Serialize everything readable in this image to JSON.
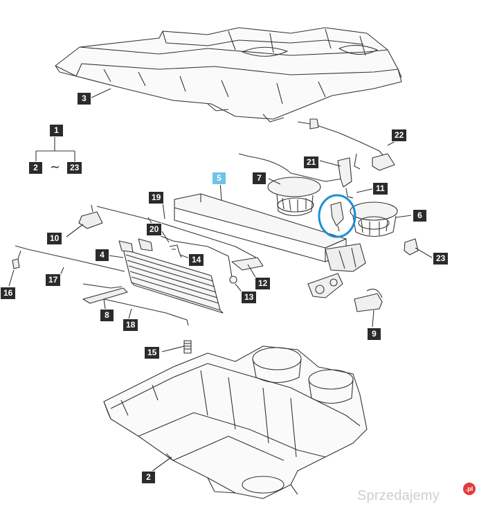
{
  "callouts": {
    "c1": "1",
    "c2a": "2",
    "c23a": "23",
    "c2b": "2",
    "c3": "3",
    "c4": "4",
    "c5": "5",
    "c6": "6",
    "c7": "7",
    "c8": "8",
    "c9": "9",
    "c10": "10",
    "c11": "11",
    "c12": "12",
    "c13": "13",
    "c14": "14",
    "c15": "15",
    "c16": "16",
    "c17": "17",
    "c18": "18",
    "c19": "19",
    "c20": "20",
    "c21": "21",
    "c22": "22",
    "c23b": "23"
  },
  "range_separator": "~",
  "watermark": {
    "text": "Sprzedajemy",
    "badge": ".pl"
  },
  "colors": {
    "line": "#333333",
    "callout_bg": "#2b2b2b",
    "highlight_callout": "#6ec3e8",
    "highlight_ring": "#1a8fd6"
  }
}
